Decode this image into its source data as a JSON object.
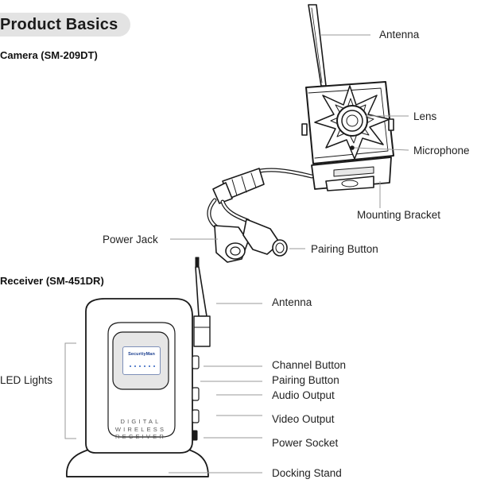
{
  "title": "Product Basics",
  "camera": {
    "heading": "Camera (SM-209DT)",
    "labels": {
      "antenna": "Antenna",
      "lens": "Lens",
      "microphone": "Microphone",
      "mounting_bracket": "Mounting Bracket",
      "power_jack": "Power Jack",
      "pairing_button": "Pairing Button"
    }
  },
  "receiver": {
    "heading": "Receiver (SM-451DR)",
    "labels": {
      "antenna": "Antenna",
      "led_lights": "LED Lights",
      "channel_button": "Channel Button",
      "pairing_button": "Pairing Button",
      "audio_output": "Audio Output",
      "video_output": "Video Output",
      "power_socket": "Power Socket",
      "docking_stand": "Docking Stand"
    },
    "device_text": {
      "line1": "DIGITAL",
      "line2": "WIRELESS",
      "line3": "RECEIVER"
    },
    "brand": "SecurityMan"
  },
  "colors": {
    "title_pill": "#e3e3e3",
    "line_art": "#1a1a1a",
    "leader_line": "#9a9a9a",
    "brand_blue": "#1b3f8f"
  }
}
